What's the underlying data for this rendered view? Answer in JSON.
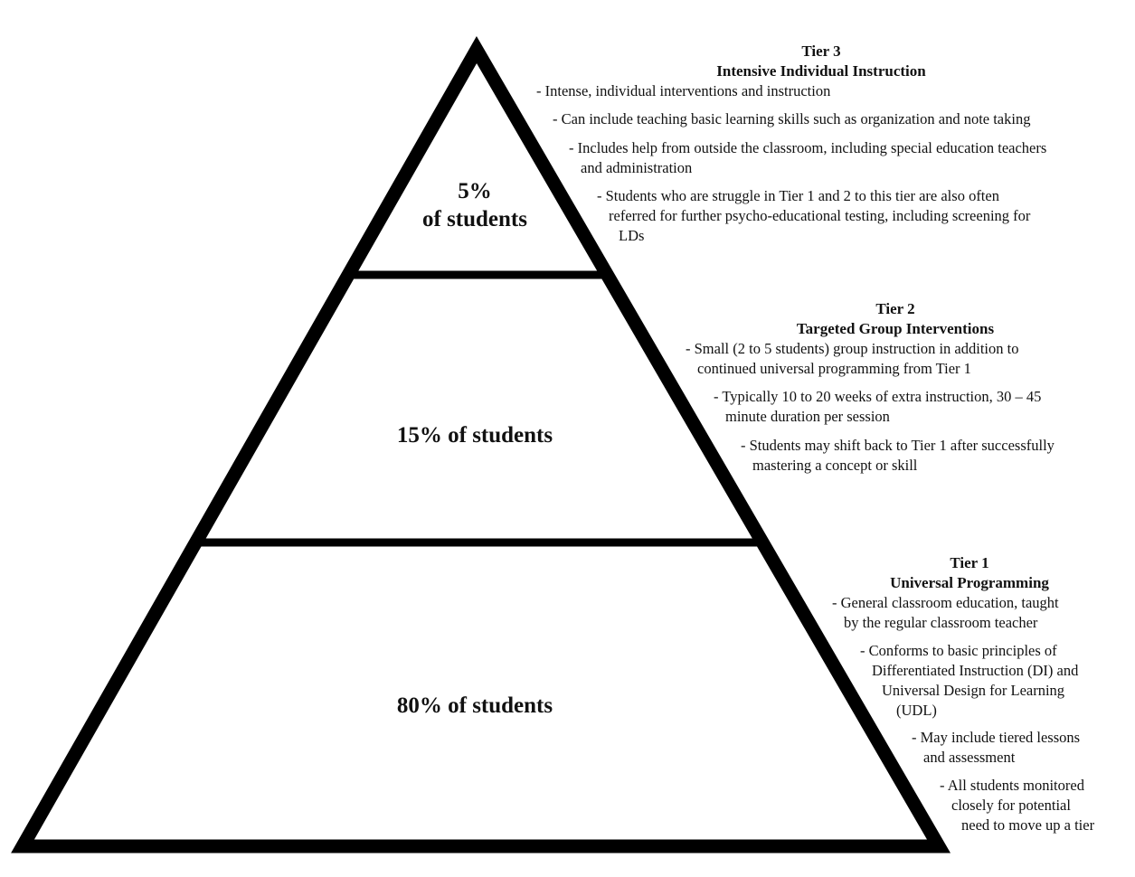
{
  "pyramid": {
    "levels": [
      {
        "id": "tier3",
        "percent_label": "5%",
        "percent_suffix": "of students"
      },
      {
        "id": "tier2",
        "percent_label": "15% of students"
      },
      {
        "id": "tier1",
        "percent_label": "80% of students"
      }
    ]
  },
  "tiers": {
    "tier3": {
      "tier_label": "Tier 3",
      "title": "Intensive Individual Instruction",
      "bullets": [
        [
          "- Intense, individual interventions and instruction"
        ],
        [
          "- Can include teaching basic learning skills such as organization and note taking"
        ],
        [
          "- Includes help from outside the classroom, including special education teachers",
          "and administration"
        ],
        [
          "- Students who are struggle in Tier 1 and 2 to this tier are also often",
          "referred for further psycho-educational testing, including screening for",
          "LDs"
        ]
      ]
    },
    "tier2": {
      "tier_label": "Tier 2",
      "title": "Targeted Group Interventions",
      "bullets": [
        [
          "- Small (2 to 5 students) group instruction in addition to",
          "continued universal programming from Tier 1"
        ],
        [
          "- Typically 10 to 20 weeks of extra instruction, 30 – 45",
          "minute duration per session"
        ],
        [
          "- Students may shift back to Tier 1 after successfully",
          "mastering a concept or skill"
        ]
      ]
    },
    "tier1": {
      "tier_label": "Tier 1",
      "title": "Universal Programming",
      "bullets": [
        [
          "- General classroom education, taught",
          "by the regular classroom teacher"
        ],
        [
          "- Conforms to basic principles of",
          "Differentiated Instruction (DI) and",
          "Universal Design for Learning",
          "(UDL)"
        ],
        [
          "- May include tiered lessons",
          "and assessment"
        ],
        [
          "- All students monitored",
          "closely for potential",
          "need to move up a tier"
        ]
      ]
    }
  }
}
